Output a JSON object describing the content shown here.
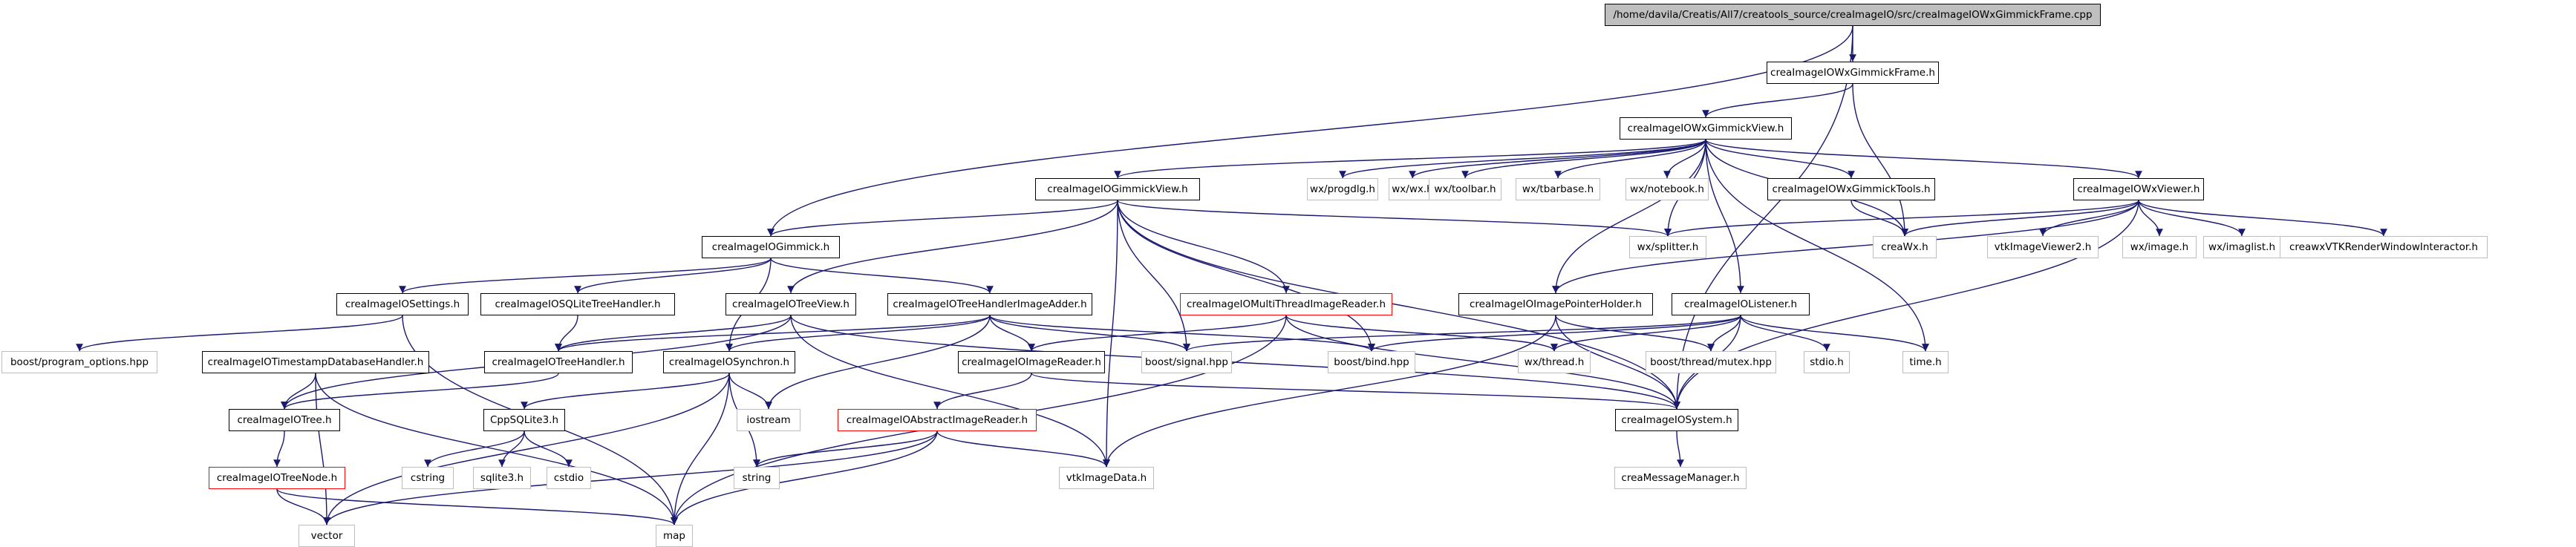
{
  "colors": {
    "edge": "#191970",
    "root_fill": "#bfbfbf",
    "node_border": "#000000",
    "missing_border": "#bfbfbf",
    "red_border": "#ff0000"
  },
  "nodes": [
    {
      "id": "root",
      "label": "/home/davila/Creatis/All7/creatools_source/creaImageIO/src/creaImageIOWxGimmickFrame.cpp",
      "kind": "root"
    },
    {
      "id": "frame_h",
      "label": "creaImageIOWxGimmickFrame.h",
      "kind": "normal"
    },
    {
      "id": "wxview_h",
      "label": "creaImageIOWxGimmickView.h",
      "kind": "normal"
    },
    {
      "id": "gview_h",
      "label": "creaImageIOGimmickView.h",
      "kind": "normal"
    },
    {
      "id": "progdlg",
      "label": "wx/progdlg.h",
      "kind": "missing"
    },
    {
      "id": "wxwx",
      "label": "wx/wx.h",
      "kind": "missing"
    },
    {
      "id": "toolbar",
      "label": "wx/toolbar.h",
      "kind": "missing"
    },
    {
      "id": "tbarbase",
      "label": "wx/tbarbase.h",
      "kind": "missing"
    },
    {
      "id": "notebook",
      "label": "wx/notebook.h",
      "kind": "missing"
    },
    {
      "id": "wxtools_h",
      "label": "creaImageIOWxGimmickTools.h",
      "kind": "normal"
    },
    {
      "id": "wxviewer_h",
      "label": "creaImageIOWxViewer.h",
      "kind": "normal"
    },
    {
      "id": "gimmick_h",
      "label": "creaImageIOGimmick.h",
      "kind": "normal"
    },
    {
      "id": "splitter",
      "label": "wx/splitter.h",
      "kind": "missing"
    },
    {
      "id": "creawx",
      "label": "creaWx.h",
      "kind": "missing"
    },
    {
      "id": "vtkviewer2",
      "label": "vtkImageViewer2.h",
      "kind": "missing"
    },
    {
      "id": "wximage",
      "label": "wx/image.h",
      "kind": "missing"
    },
    {
      "id": "imaglist",
      "label": "wx/imaglist.h",
      "kind": "missing"
    },
    {
      "id": "creawxvtk",
      "label": "creawxVTKRenderWindowInteractor.h",
      "kind": "missing"
    },
    {
      "id": "settings_h",
      "label": "creaImageIOSettings.h",
      "kind": "normal"
    },
    {
      "id": "sqlite_h",
      "label": "creaImageIOSQLiteTreeHandler.h",
      "kind": "normal"
    },
    {
      "id": "treeview_h",
      "label": "creaImageIOTreeView.h",
      "kind": "normal"
    },
    {
      "id": "thia_h",
      "label": "creaImageIOTreeHandlerImageAdder.h",
      "kind": "normal"
    },
    {
      "id": "multithread_h",
      "label": "creaImageIOMultiThreadImageReader.h",
      "kind": "red"
    },
    {
      "id": "imgptr_h",
      "label": "creaImageIOImagePointerHolder.h",
      "kind": "normal"
    },
    {
      "id": "listener_h",
      "label": "creaImageIOListener.h",
      "kind": "normal"
    },
    {
      "id": "timeh",
      "label": "time.h",
      "kind": "missing"
    },
    {
      "id": "program_options",
      "label": "boost/program_options.hpp",
      "kind": "missing"
    },
    {
      "id": "timestamp_h",
      "label": "creaImageIOTimestampDatabaseHandler.h",
      "kind": "normal"
    },
    {
      "id": "treehandler_h",
      "label": "creaImageIOTreeHandler.h",
      "kind": "normal"
    },
    {
      "id": "synchron_h",
      "label": "creaImageIOSynchron.h",
      "kind": "normal"
    },
    {
      "id": "imgreader_h",
      "label": "creaImageIOImageReader.h",
      "kind": "normal"
    },
    {
      "id": "signal",
      "label": "boost/signal.hpp",
      "kind": "missing"
    },
    {
      "id": "bind",
      "label": "boost/bind.hpp",
      "kind": "missing"
    },
    {
      "id": "wxthread",
      "label": "wx/thread.h",
      "kind": "missing"
    },
    {
      "id": "mutex",
      "label": "boost/thread/mutex.hpp",
      "kind": "missing"
    },
    {
      "id": "stdio",
      "label": "stdio.h",
      "kind": "missing"
    },
    {
      "id": "tree_h",
      "label": "creaImageIOTree.h",
      "kind": "normal"
    },
    {
      "id": "cppsqlite_h",
      "label": "CppSQLite3.h",
      "kind": "normal"
    },
    {
      "id": "iostream",
      "label": "iostream",
      "kind": "missing"
    },
    {
      "id": "absreader_h",
      "label": "creaImageIOAbstractImageReader.h",
      "kind": "red"
    },
    {
      "id": "system_h",
      "label": "creaImageIOSystem.h",
      "kind": "normal"
    },
    {
      "id": "treenode_h",
      "label": "creaImageIOTreeNode.h",
      "kind": "red"
    },
    {
      "id": "cstring",
      "label": "cstring",
      "kind": "missing"
    },
    {
      "id": "sqlite3",
      "label": "sqlite3.h",
      "kind": "missing"
    },
    {
      "id": "cstdio",
      "label": "cstdio",
      "kind": "missing"
    },
    {
      "id": "string",
      "label": "string",
      "kind": "missing"
    },
    {
      "id": "vtkimagedata",
      "label": "vtkImageData.h",
      "kind": "missing"
    },
    {
      "id": "msgmgr",
      "label": "creaMessageManager.h",
      "kind": "missing"
    },
    {
      "id": "vector",
      "label": "vector",
      "kind": "missing"
    },
    {
      "id": "map",
      "label": "map",
      "kind": "missing"
    }
  ],
  "edges": [
    [
      "root",
      "frame_h"
    ],
    [
      "root",
      "gimmick_h"
    ],
    [
      "root",
      "system_h"
    ],
    [
      "frame_h",
      "wxview_h"
    ],
    [
      "frame_h",
      "creawx"
    ],
    [
      "wxview_h",
      "gview_h"
    ],
    [
      "wxview_h",
      "progdlg"
    ],
    [
      "wxview_h",
      "wxwx"
    ],
    [
      "wxview_h",
      "toolbar"
    ],
    [
      "wxview_h",
      "tbarbase"
    ],
    [
      "wxview_h",
      "notebook"
    ],
    [
      "wxview_h",
      "wxtools_h"
    ],
    [
      "wxview_h",
      "wxviewer_h"
    ],
    [
      "wxview_h",
      "creawx"
    ],
    [
      "wxview_h",
      "splitter"
    ],
    [
      "wxview_h",
      "listener_h"
    ],
    [
      "wxview_h",
      "timeh"
    ],
    [
      "wxview_h",
      "imgptr_h"
    ],
    [
      "gview_h",
      "gimmick_h"
    ],
    [
      "gview_h",
      "treeview_h"
    ],
    [
      "gview_h",
      "multithread_h"
    ],
    [
      "gview_h",
      "signal"
    ],
    [
      "gview_h",
      "bind"
    ],
    [
      "gview_h",
      "vtkimagedata"
    ],
    [
      "gview_h",
      "system_h"
    ],
    [
      "gview_h",
      "splitter"
    ],
    [
      "wxtools_h",
      "creawx"
    ],
    [
      "wxviewer_h",
      "creawx"
    ],
    [
      "wxviewer_h",
      "vtkviewer2"
    ],
    [
      "wxviewer_h",
      "wximage"
    ],
    [
      "wxviewer_h",
      "imaglist"
    ],
    [
      "wxviewer_h",
      "creawxvtk"
    ],
    [
      "wxviewer_h",
      "splitter"
    ],
    [
      "wxviewer_h",
      "imgptr_h"
    ],
    [
      "wxviewer_h",
      "system_h"
    ],
    [
      "gimmick_h",
      "settings_h"
    ],
    [
      "gimmick_h",
      "sqlite_h"
    ],
    [
      "gimmick_h",
      "thia_h"
    ],
    [
      "gimmick_h",
      "synchron_h"
    ],
    [
      "settings_h",
      "program_options"
    ],
    [
      "settings_h",
      "map"
    ],
    [
      "sqlite_h",
      "treehandler_h"
    ],
    [
      "treeview_h",
      "treehandler_h"
    ],
    [
      "treeview_h",
      "tree_h"
    ],
    [
      "treeview_h",
      "system_h"
    ],
    [
      "treeview_h",
      "vtkimagedata"
    ],
    [
      "thia_h",
      "treehandler_h"
    ],
    [
      "thia_h",
      "imgreader_h"
    ],
    [
      "thia_h",
      "synchron_h"
    ],
    [
      "thia_h",
      "signal"
    ],
    [
      "thia_h",
      "bind"
    ],
    [
      "thia_h",
      "iostream"
    ],
    [
      "multithread_h",
      "imgreader_h"
    ],
    [
      "multithread_h",
      "wxthread"
    ],
    [
      "multithread_h",
      "system_h"
    ],
    [
      "multithread_h",
      "map"
    ],
    [
      "imgptr_h",
      "system_h"
    ],
    [
      "imgptr_h",
      "vtkimagedata"
    ],
    [
      "imgptr_h",
      "mutex"
    ],
    [
      "listener_h",
      "signal"
    ],
    [
      "listener_h",
      "bind"
    ],
    [
      "listener_h",
      "wxthread"
    ],
    [
      "listener_h",
      "mutex"
    ],
    [
      "listener_h",
      "stdio"
    ],
    [
      "listener_h",
      "timeh"
    ],
    [
      "listener_h",
      "system_h"
    ],
    [
      "timestamp_h",
      "tree_h"
    ],
    [
      "timestamp_h",
      "vector"
    ],
    [
      "timestamp_h",
      "map"
    ],
    [
      "treehandler_h",
      "tree_h"
    ],
    [
      "synchron_h",
      "cppsqlite_h"
    ],
    [
      "synchron_h",
      "iostream"
    ],
    [
      "synchron_h",
      "string"
    ],
    [
      "synchron_h",
      "map"
    ],
    [
      "synchron_h",
      "vector"
    ],
    [
      "imgreader_h",
      "absreader_h"
    ],
    [
      "imgreader_h",
      "system_h"
    ],
    [
      "tree_h",
      "treenode_h"
    ],
    [
      "treenode_h",
      "vector"
    ],
    [
      "treenode_h",
      "map"
    ],
    [
      "cppsqlite_h",
      "cstring"
    ],
    [
      "cppsqlite_h",
      "sqlite3"
    ],
    [
      "cppsqlite_h",
      "cstdio"
    ],
    [
      "absreader_h",
      "string"
    ],
    [
      "absreader_h",
      "vtkimagedata"
    ],
    [
      "absreader_h",
      "vector"
    ],
    [
      "absreader_h",
      "map"
    ],
    [
      "system_h",
      "msgmgr"
    ]
  ]
}
